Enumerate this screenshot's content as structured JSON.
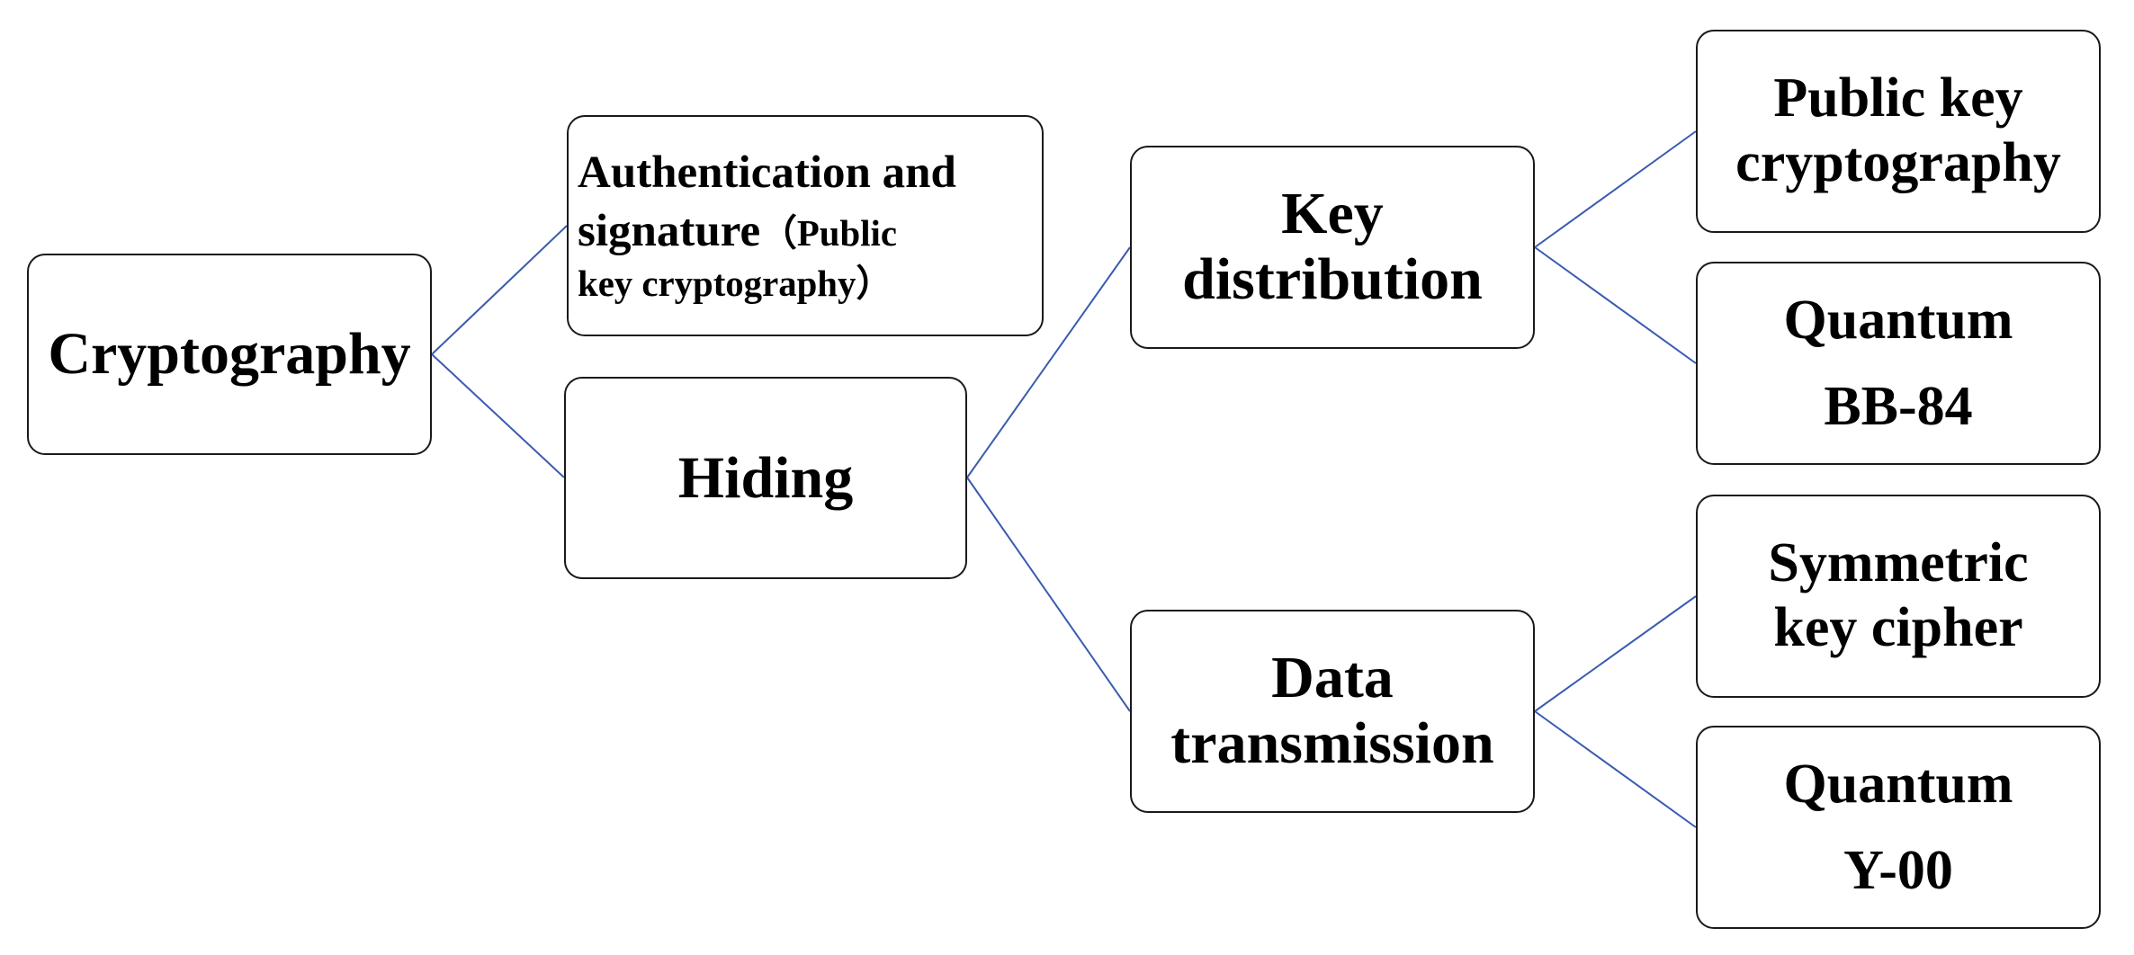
{
  "diagram": {
    "root": "Cryptography",
    "auth": {
      "line1": "Authentication and",
      "line2_main": "signature",
      "line2_paren": "（Public",
      "line3": "key cryptography）"
    },
    "hiding": "Hiding",
    "key_distribution": "Key\ndistribution",
    "data_transmission": "Data\ntransmission",
    "public_key": "Public key\ncryptography",
    "quantum_bb84": "Quantum\nBB-84",
    "symmetric": "Symmetric\nkey cipher",
    "quantum_y00": "Quantum\nY-00",
    "connector_color": "#3b5bb0",
    "border_color": "#1a1a1a"
  }
}
